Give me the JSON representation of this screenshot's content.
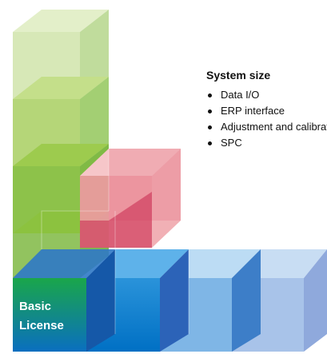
{
  "info": {
    "title": "System size",
    "items": [
      "Data I/O",
      "ERP interface",
      "Adjustment and calibration",
      "SPC"
    ]
  },
  "basic_license": {
    "line1": "Basic",
    "line2": "License"
  },
  "colors": {
    "green_light": "#cfe3a8",
    "green_mid": "#a2c95c",
    "green_dark": "#6fae2c",
    "red_light": "#f3b9bd",
    "red_dark": "#c8264d",
    "blue_light": "#a8cdf0",
    "blue_mid": "#4d9fdc",
    "blue_dark": "#0a78c8",
    "basic_gradient_top": "#16a84a",
    "basic_gradient_bottom": "#0a6fc0"
  }
}
